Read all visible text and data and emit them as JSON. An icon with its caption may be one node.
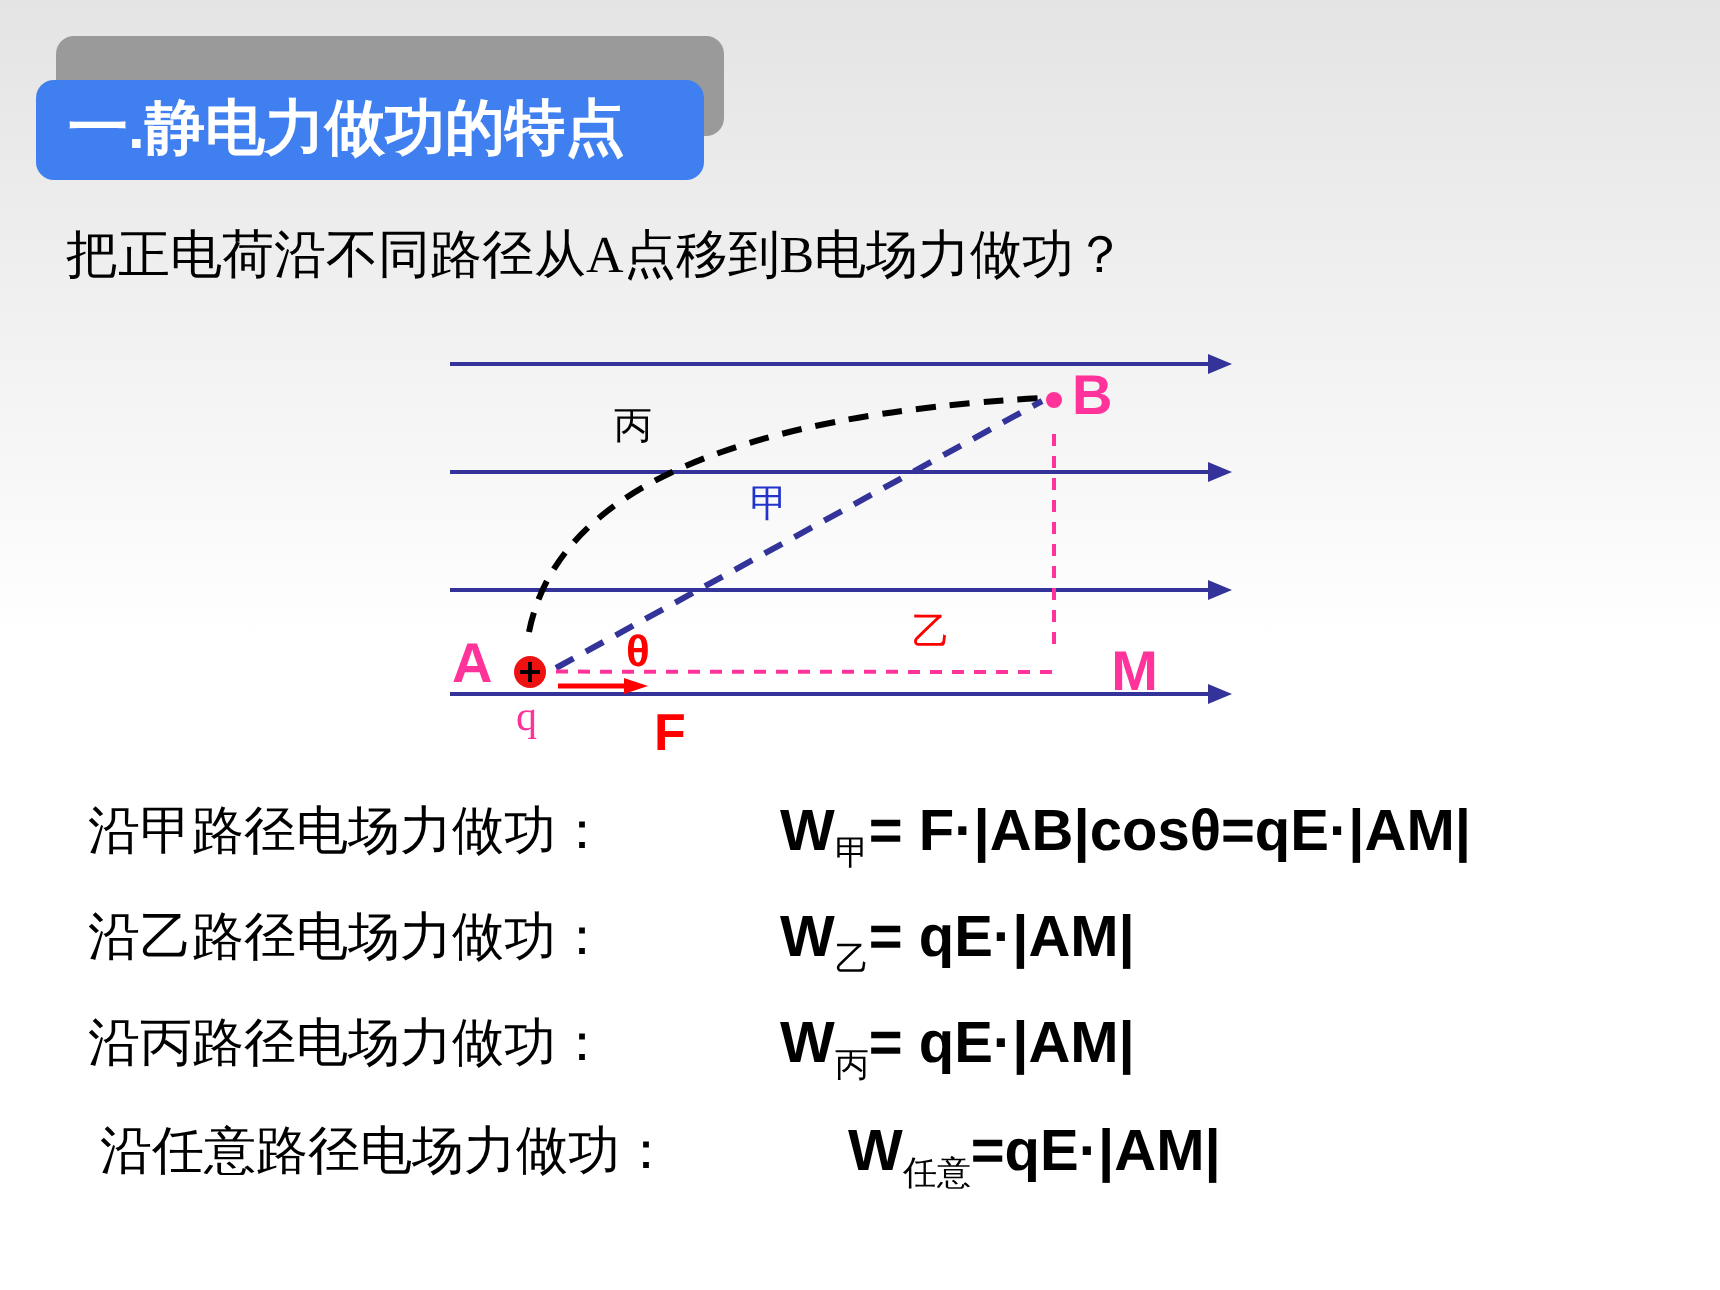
{
  "diagram": {
    "title": "一.静电力做功的特点",
    "nodes": [
      {
        "text": [
          "A"
        ],
        "beside": [
          "q"
        ]
      },
      {
        "text": [
          "B"
        ]
      },
      {
        "text": [
          "M"
        ]
      }
    ],
    "edges": [
      {
        "from": 0,
        "to": 1,
        "arrow": "none",
        "label": "丙",
        "style": "dashed",
        "color": "#000000"
      },
      {
        "from": 0,
        "to": 1,
        "arrow": "none",
        "label": "甲",
        "style": "dashed",
        "color": "#333399"
      },
      {
        "from": 0,
        "to": 2,
        "arrow": "none",
        "label": "乙",
        "style": "dashed",
        "color": "#ff3399"
      },
      {
        "from": 2,
        "to": 1,
        "arrow": "none",
        "style": "dashed",
        "color": "#ff3399"
      }
    ],
    "labels": [
      "把正电荷沿不同路径从A点移到B电场力做功？",
      "θ",
      "F",
      "沿甲路径电场力做功：",
      "W$_{甲}$= F·|AB|cosθ=qE·|AM|",
      "沿乙路径电场力做功：",
      "W$_{乙}$= qE·|AM|",
      "沿丙路径电场力做功：",
      "W$_{丙}$= qE·|AM|",
      "沿任意路径电场力做功：",
      "W$_{任意}$=qE·|AM|"
    ]
  }
}
